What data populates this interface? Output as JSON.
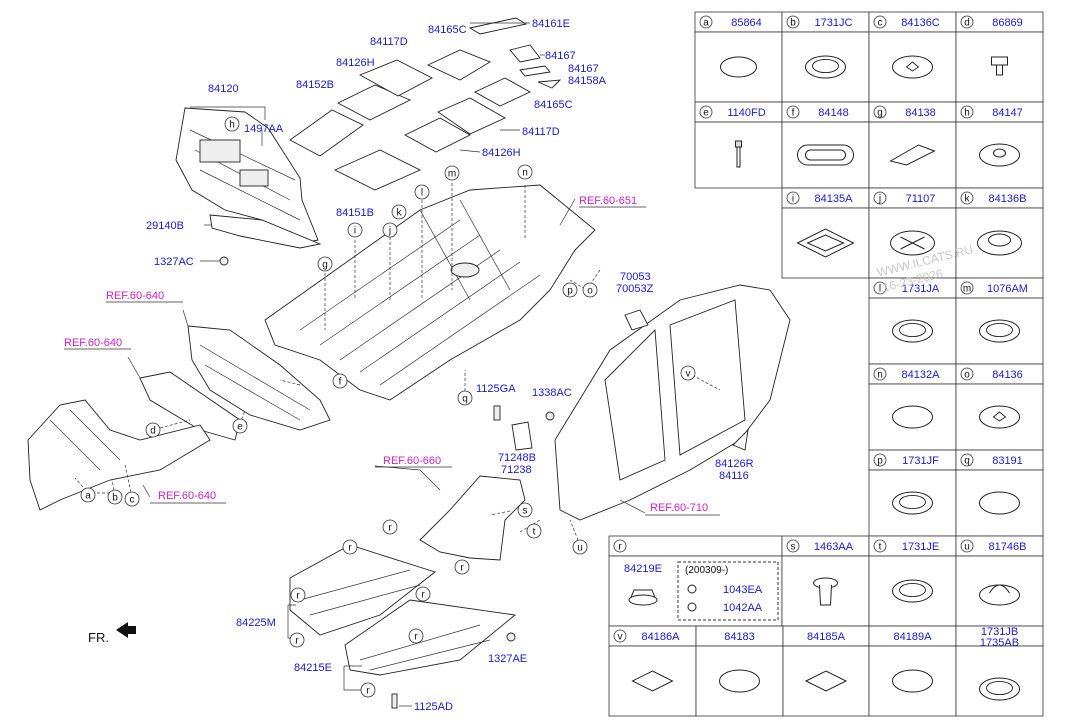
{
  "callouts": [
    {
      "id": "c84120",
      "text": "84120"
    },
    {
      "id": "c1497AA",
      "text": "1497AA"
    },
    {
      "id": "c84152B",
      "text": "84152B"
    },
    {
      "id": "c84126H_a",
      "text": "84126H"
    },
    {
      "id": "c84117D_a",
      "text": "84117D"
    },
    {
      "id": "c84165C_a",
      "text": "84165C"
    },
    {
      "id": "c84161E",
      "text": "84161E"
    },
    {
      "id": "c84167_a",
      "text": "84167"
    },
    {
      "id": "c84167_b",
      "text": "84167"
    },
    {
      "id": "c84158A",
      "text": "84158A"
    },
    {
      "id": "c84165C_b",
      "text": "84165C"
    },
    {
      "id": "c84117D_b",
      "text": "84117D"
    },
    {
      "id": "c84126H_b",
      "text": "84126H"
    },
    {
      "id": "c84151B",
      "text": "84151B"
    },
    {
      "id": "c29140B",
      "text": "29140B"
    },
    {
      "id": "c1327AC",
      "text": "1327AC"
    },
    {
      "id": "c70053",
      "text": "70053"
    },
    {
      "id": "c70053Z",
      "text": "70053Z"
    },
    {
      "id": "c1125GA",
      "text": "1125GA"
    },
    {
      "id": "c1338AC",
      "text": "1338AC"
    },
    {
      "id": "c71248B",
      "text": "71248B"
    },
    {
      "id": "c71238",
      "text": "71238"
    },
    {
      "id": "c84126R",
      "text": "84126R"
    },
    {
      "id": "c84116",
      "text": "84116"
    },
    {
      "id": "c84225M",
      "text": "84225M"
    },
    {
      "id": "c84215E",
      "text": "84215E"
    },
    {
      "id": "c1327AE",
      "text": "1327AE"
    },
    {
      "id": "c1125AD",
      "text": "1125AD"
    }
  ],
  "refs": [
    {
      "id": "r651",
      "text": "REF.60-651"
    },
    {
      "id": "r640a",
      "text": "REF.60-640"
    },
    {
      "id": "r640b",
      "text": "REF.60-640"
    },
    {
      "id": "r640c",
      "text": "REF.60-640"
    },
    {
      "id": "r660",
      "text": "REF.60-660"
    },
    {
      "id": "r710",
      "text": "REF.60-710"
    }
  ],
  "front_label": "FR.",
  "watermark": [
    "WWW.ILCATS.RU",
    "16-23-2026"
  ],
  "legend": {
    "row1": [
      {
        "letter": "a",
        "code": "85864"
      },
      {
        "letter": "b",
        "code": "1731JC"
      },
      {
        "letter": "c",
        "code": "84136C"
      },
      {
        "letter": "d",
        "code": "86869"
      }
    ],
    "row2": [
      {
        "letter": "e",
        "code": "1140FD"
      },
      {
        "letter": "f",
        "code": "84148"
      },
      {
        "letter": "g",
        "code": "84138"
      },
      {
        "letter": "h",
        "code": "84147"
      }
    ],
    "row3": [
      {
        "letter": "i",
        "code": "84135A"
      },
      {
        "letter": "j",
        "code": "71107"
      },
      {
        "letter": "k",
        "code": "84136B"
      }
    ],
    "row4": [
      {
        "letter": "l",
        "code": "1731JA"
      },
      {
        "letter": "m",
        "code": "1076AM"
      }
    ],
    "row5": [
      {
        "letter": "n",
        "code": "84132A"
      },
      {
        "letter": "o",
        "code": "84136"
      }
    ],
    "row6": [
      {
        "letter": "p",
        "code": "1731JF"
      },
      {
        "letter": "q",
        "code": "83191"
      }
    ],
    "row7": [
      {
        "letter": "r",
        "code": ""
      },
      {
        "letter": "s",
        "code": "1463AA"
      },
      {
        "letter": "t",
        "code": "1731JE"
      },
      {
        "letter": "u",
        "code": "81746B"
      }
    ],
    "r_cell": {
      "main": "84219E",
      "variant": "(200309-)",
      "a": "1043EA",
      "b": "1042AA"
    },
    "row8": [
      {
        "letter": "v",
        "code": "84186A"
      },
      {
        "letter": "",
        "code": "84183"
      },
      {
        "letter": "",
        "code": "84185A"
      },
      {
        "letter": "",
        "code": "84189A"
      },
      {
        "letter": "",
        "code": "1731JB",
        "code2": "1735AB"
      }
    ]
  },
  "diagram_letters": [
    "a",
    "b",
    "c",
    "d",
    "e",
    "f",
    "g",
    "h",
    "i",
    "j",
    "k",
    "l",
    "m",
    "n",
    "o",
    "p",
    "q",
    "r",
    "s",
    "t",
    "u",
    "v"
  ]
}
